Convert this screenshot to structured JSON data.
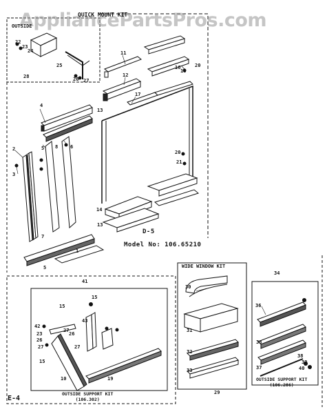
{
  "watermark": "AppliancePartsPros.com",
  "quick_mount_kit": {
    "title": "QUICK MOUNT KIT",
    "sub_title": "OUTSIDE"
  },
  "diagram": {
    "section_code": "D-5",
    "model_line": "Model No: 106.65210",
    "page_code": "E-4"
  },
  "wide_window_kit": {
    "title": "WIDE WINDOW KIT"
  },
  "outside_support_kit_left": {
    "caption_line1": "OUTSIDE SUPPORT KIT",
    "caption_line2": "(106.302)"
  },
  "outside_support_kit_right": {
    "caption_line1": "OUTSIDE SUPPORT KIT",
    "caption_line2": "(106.286)"
  },
  "part_numbers": {
    "p1": "1",
    "p2": "2",
    "p3": "3",
    "p4": "4",
    "p5a": "5",
    "p5b": "5",
    "p6": "6",
    "p7": "7",
    "p8": "8",
    "p10": "10",
    "p11": "11",
    "p12": "12",
    "p13a": "13",
    "p13b": "13",
    "p14": "14",
    "p15a": "15",
    "p15b": "15",
    "p15c": "15",
    "p16": "16",
    "p17": "17",
    "p18": "18",
    "p19": "19",
    "p20a": "20",
    "p20b": "20",
    "p21": "21",
    "p22": "22",
    "p23a": "23",
    "p23b": "23",
    "p24": "24",
    "p25": "25",
    "p26a": "26",
    "p26b": "26",
    "p26c": "26",
    "p27a": "27",
    "p27b": "27",
    "p27c": "27",
    "p27d": "27",
    "p28": "28",
    "p29": "29",
    "p30": "30",
    "p31": "31",
    "p32": "32",
    "p33": "33",
    "p34": "34",
    "p36": "36",
    "p37": "37",
    "p38a": "38",
    "p38b": "38",
    "p39": "39",
    "p40": "40",
    "p41": "41",
    "p42": "42",
    "p43": "43"
  }
}
